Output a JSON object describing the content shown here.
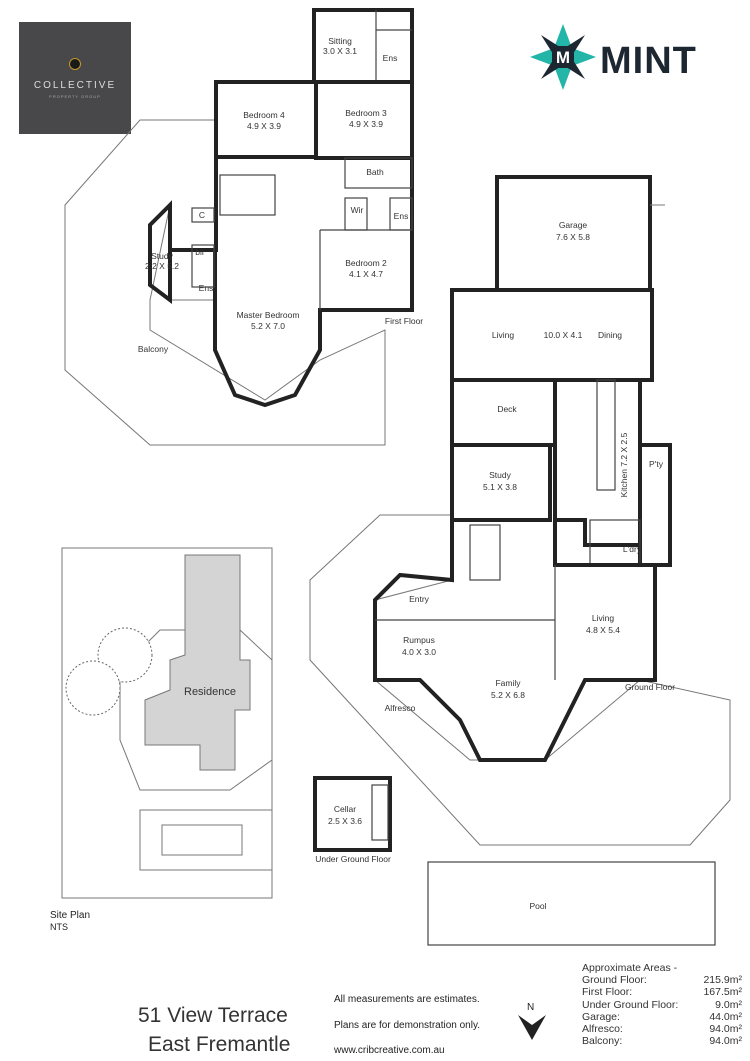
{
  "logos": {
    "collective": {
      "name": "COLLECTIVE",
      "sub": "PROPERTY GROUP",
      "bg": "#48474a"
    },
    "mint": {
      "name": "MINT",
      "accent": "#23b5a8",
      "dark": "#1d2731"
    }
  },
  "first_floor": {
    "label": "First Floor",
    "rooms": {
      "sitting": [
        "Sitting",
        "3.0 X 3.1"
      ],
      "ens1": "Ens",
      "bedroom4": [
        "Bedroom 4",
        "4.9 X 3.9"
      ],
      "bedroom3": [
        "Bedroom 3",
        "4.9 X 3.9"
      ],
      "bath": "Bath",
      "wir": "Wir",
      "ens2": "Ens",
      "c": "C",
      "bir": "bir",
      "ens3": "Ens",
      "study": [
        "Study",
        "2.2 X 5.2"
      ],
      "bedroom2": [
        "Bedroom 2",
        "4.1 X 4.7"
      ],
      "master": [
        "Master Bedroom",
        "5.2 X 7.0"
      ],
      "balcony": "Balcony"
    }
  },
  "ground_floor": {
    "label": "Ground Floor",
    "rooms": {
      "garage": [
        "Garage",
        "7.6 X 5.8"
      ],
      "living_dining": [
        "Living",
        "10.0 X 4.1",
        "Dining"
      ],
      "deck": "Deck",
      "study": [
        "Study",
        "5.1 X 3.8"
      ],
      "kitchen": "Kitchen 7.2 X 2.5",
      "pantry": "P'ty",
      "laundry": "L'dry",
      "entry": "Entry",
      "rumpus": [
        "Rumpus",
        "4.0 X 3.0"
      ],
      "living": [
        "Living",
        "4.8 X 5.4"
      ],
      "family": [
        "Family",
        "5.2 X 6.8"
      ],
      "alfresco": "Alfresco"
    }
  },
  "under_ground": {
    "label": "Under Ground Floor",
    "cellar": [
      "Cellar",
      "2.5 X 3.6"
    ]
  },
  "pool": "Pool",
  "site_plan": {
    "residence": "Residence",
    "title": "Site Plan",
    "scale": "NTS"
  },
  "address": {
    "line1": "51 View Terrace",
    "line2": "East Fremantle"
  },
  "notes": [
    "All measurements are estimates.",
    "Plans are for demonstration only.",
    "www.cribcreative.com.au"
  ],
  "north": "N",
  "areas": {
    "title": "Approximate Areas -",
    "rows": [
      {
        "label": "Ground Floor:",
        "value": "215.9m²"
      },
      {
        "label": "First Floor:",
        "value": "167.5m²"
      },
      {
        "label": "Under Ground Floor:",
        "value": "9.0m²"
      },
      {
        "label": "Garage:",
        "value": "44.0m²"
      },
      {
        "label": "Alfresco:",
        "value": "94.0m²"
      },
      {
        "label": "Balcony:",
        "value": "94.0m²"
      }
    ]
  }
}
